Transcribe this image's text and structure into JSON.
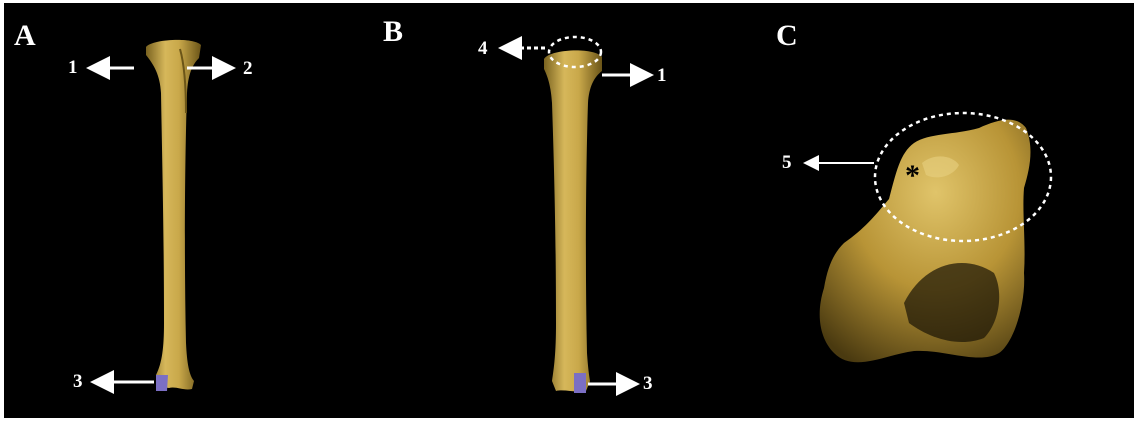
{
  "panels": [
    {
      "letter": "A"
    },
    {
      "letter": "B"
    },
    {
      "letter": "C"
    }
  ],
  "labels": {
    "a1": "1",
    "a2": "2",
    "a3": "3",
    "b4": "4",
    "b1": "1",
    "b3": "3",
    "c5": "5",
    "c_star": "*"
  },
  "colors": {
    "background": "#000000",
    "bone": "#c9a84a",
    "bone_shadow": "#6b5518",
    "cartilage": "#7b6fc4",
    "annotation": "#ffffff"
  }
}
